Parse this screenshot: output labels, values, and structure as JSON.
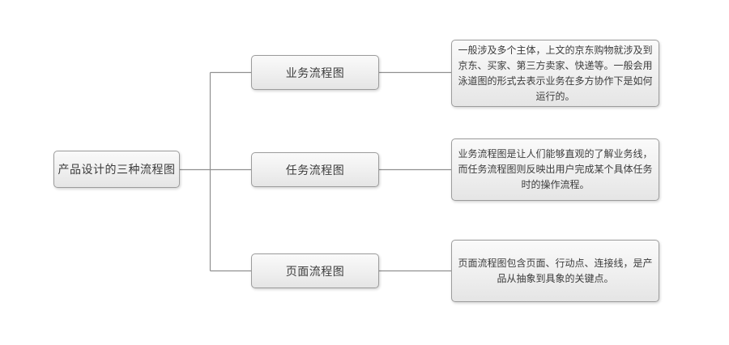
{
  "diagram": {
    "root": {
      "label": "产品设计的三种流程图"
    },
    "branches": [
      {
        "label": "业务流程图",
        "description": "一般涉及多个主体，上文的京东购物就涉及到京东、买家、第三方卖家、快递等。一般会用泳道图的形式去表示业务在多方协作下是如何运行的。"
      },
      {
        "label": "任务流程图",
        "description": "业务流程图是让人们能够直观的了解业务线，而任务流程图则反映出用户完成某个具体任务时的操作流程。"
      },
      {
        "label": "页面流程图",
        "description": "页面流程图包含页面、行动点、连接线，是产品从抽象到具象的关键点。"
      }
    ]
  },
  "colors": {
    "background": "#ffffff",
    "node_border": "#9c9c9c",
    "node_fill_top": "#fafafa",
    "node_fill_bottom": "#e5e5e5",
    "connector_line": "#909090",
    "text": "#3c3c3c"
  }
}
